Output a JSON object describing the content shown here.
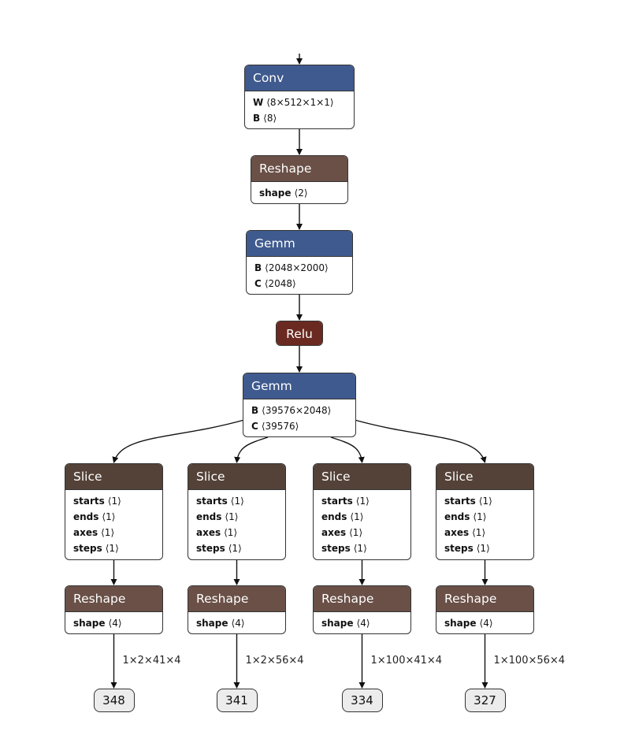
{
  "nodes": {
    "conv": {
      "op": "Conv",
      "attrs": [
        {
          "name": "W",
          "value": "⟨8×512×1×1⟩"
        },
        {
          "name": "B",
          "value": "⟨8⟩"
        }
      ]
    },
    "reshape1": {
      "op": "Reshape",
      "attrs": [
        {
          "name": "shape",
          "value": "⟨2⟩"
        }
      ]
    },
    "gemm1": {
      "op": "Gemm",
      "attrs": [
        {
          "name": "B",
          "value": "⟨2048×2000⟩"
        },
        {
          "name": "C",
          "value": "⟨2048⟩"
        }
      ]
    },
    "relu": {
      "op": "Relu"
    },
    "gemm2": {
      "op": "Gemm",
      "attrs": [
        {
          "name": "B",
          "value": "⟨39576×2048⟩"
        },
        {
          "name": "C",
          "value": "⟨39576⟩"
        }
      ]
    }
  },
  "branches": [
    {
      "slice": {
        "op": "Slice",
        "attrs": [
          {
            "name": "starts",
            "value": "⟨1⟩"
          },
          {
            "name": "ends",
            "value": "⟨1⟩"
          },
          {
            "name": "axes",
            "value": "⟨1⟩"
          },
          {
            "name": "steps",
            "value": "⟨1⟩"
          }
        ]
      },
      "reshape": {
        "op": "Reshape",
        "attrs": [
          {
            "name": "shape",
            "value": "⟨4⟩"
          }
        ]
      },
      "edge_label": "1×2×41×4",
      "output": "348"
    },
    {
      "slice": {
        "op": "Slice",
        "attrs": [
          {
            "name": "starts",
            "value": "⟨1⟩"
          },
          {
            "name": "ends",
            "value": "⟨1⟩"
          },
          {
            "name": "axes",
            "value": "⟨1⟩"
          },
          {
            "name": "steps",
            "value": "⟨1⟩"
          }
        ]
      },
      "reshape": {
        "op": "Reshape",
        "attrs": [
          {
            "name": "shape",
            "value": "⟨4⟩"
          }
        ]
      },
      "edge_label": "1×2×56×4",
      "output": "341"
    },
    {
      "slice": {
        "op": "Slice",
        "attrs": [
          {
            "name": "starts",
            "value": "⟨1⟩"
          },
          {
            "name": "ends",
            "value": "⟨1⟩"
          },
          {
            "name": "axes",
            "value": "⟨1⟩"
          },
          {
            "name": "steps",
            "value": "⟨1⟩"
          }
        ]
      },
      "reshape": {
        "op": "Reshape",
        "attrs": [
          {
            "name": "shape",
            "value": "⟨4⟩"
          }
        ]
      },
      "edge_label": "1×100×41×4",
      "output": "334"
    },
    {
      "slice": {
        "op": "Slice",
        "attrs": [
          {
            "name": "starts",
            "value": "⟨1⟩"
          },
          {
            "name": "ends",
            "value": "⟨1⟩"
          },
          {
            "name": "axes",
            "value": "⟨1⟩"
          },
          {
            "name": "steps",
            "value": "⟨1⟩"
          }
        ]
      },
      "reshape": {
        "op": "Reshape",
        "attrs": [
          {
            "name": "shape",
            "value": "⟨4⟩"
          }
        ]
      },
      "edge_label": "1×100×56×4",
      "output": "327"
    }
  ],
  "colors": {
    "layer_header": "#3f5a8e",
    "shape_header": "#6a5047",
    "slice_header": "#544238",
    "activation_header": "#6b2a21",
    "output_fill": "#ececec"
  }
}
